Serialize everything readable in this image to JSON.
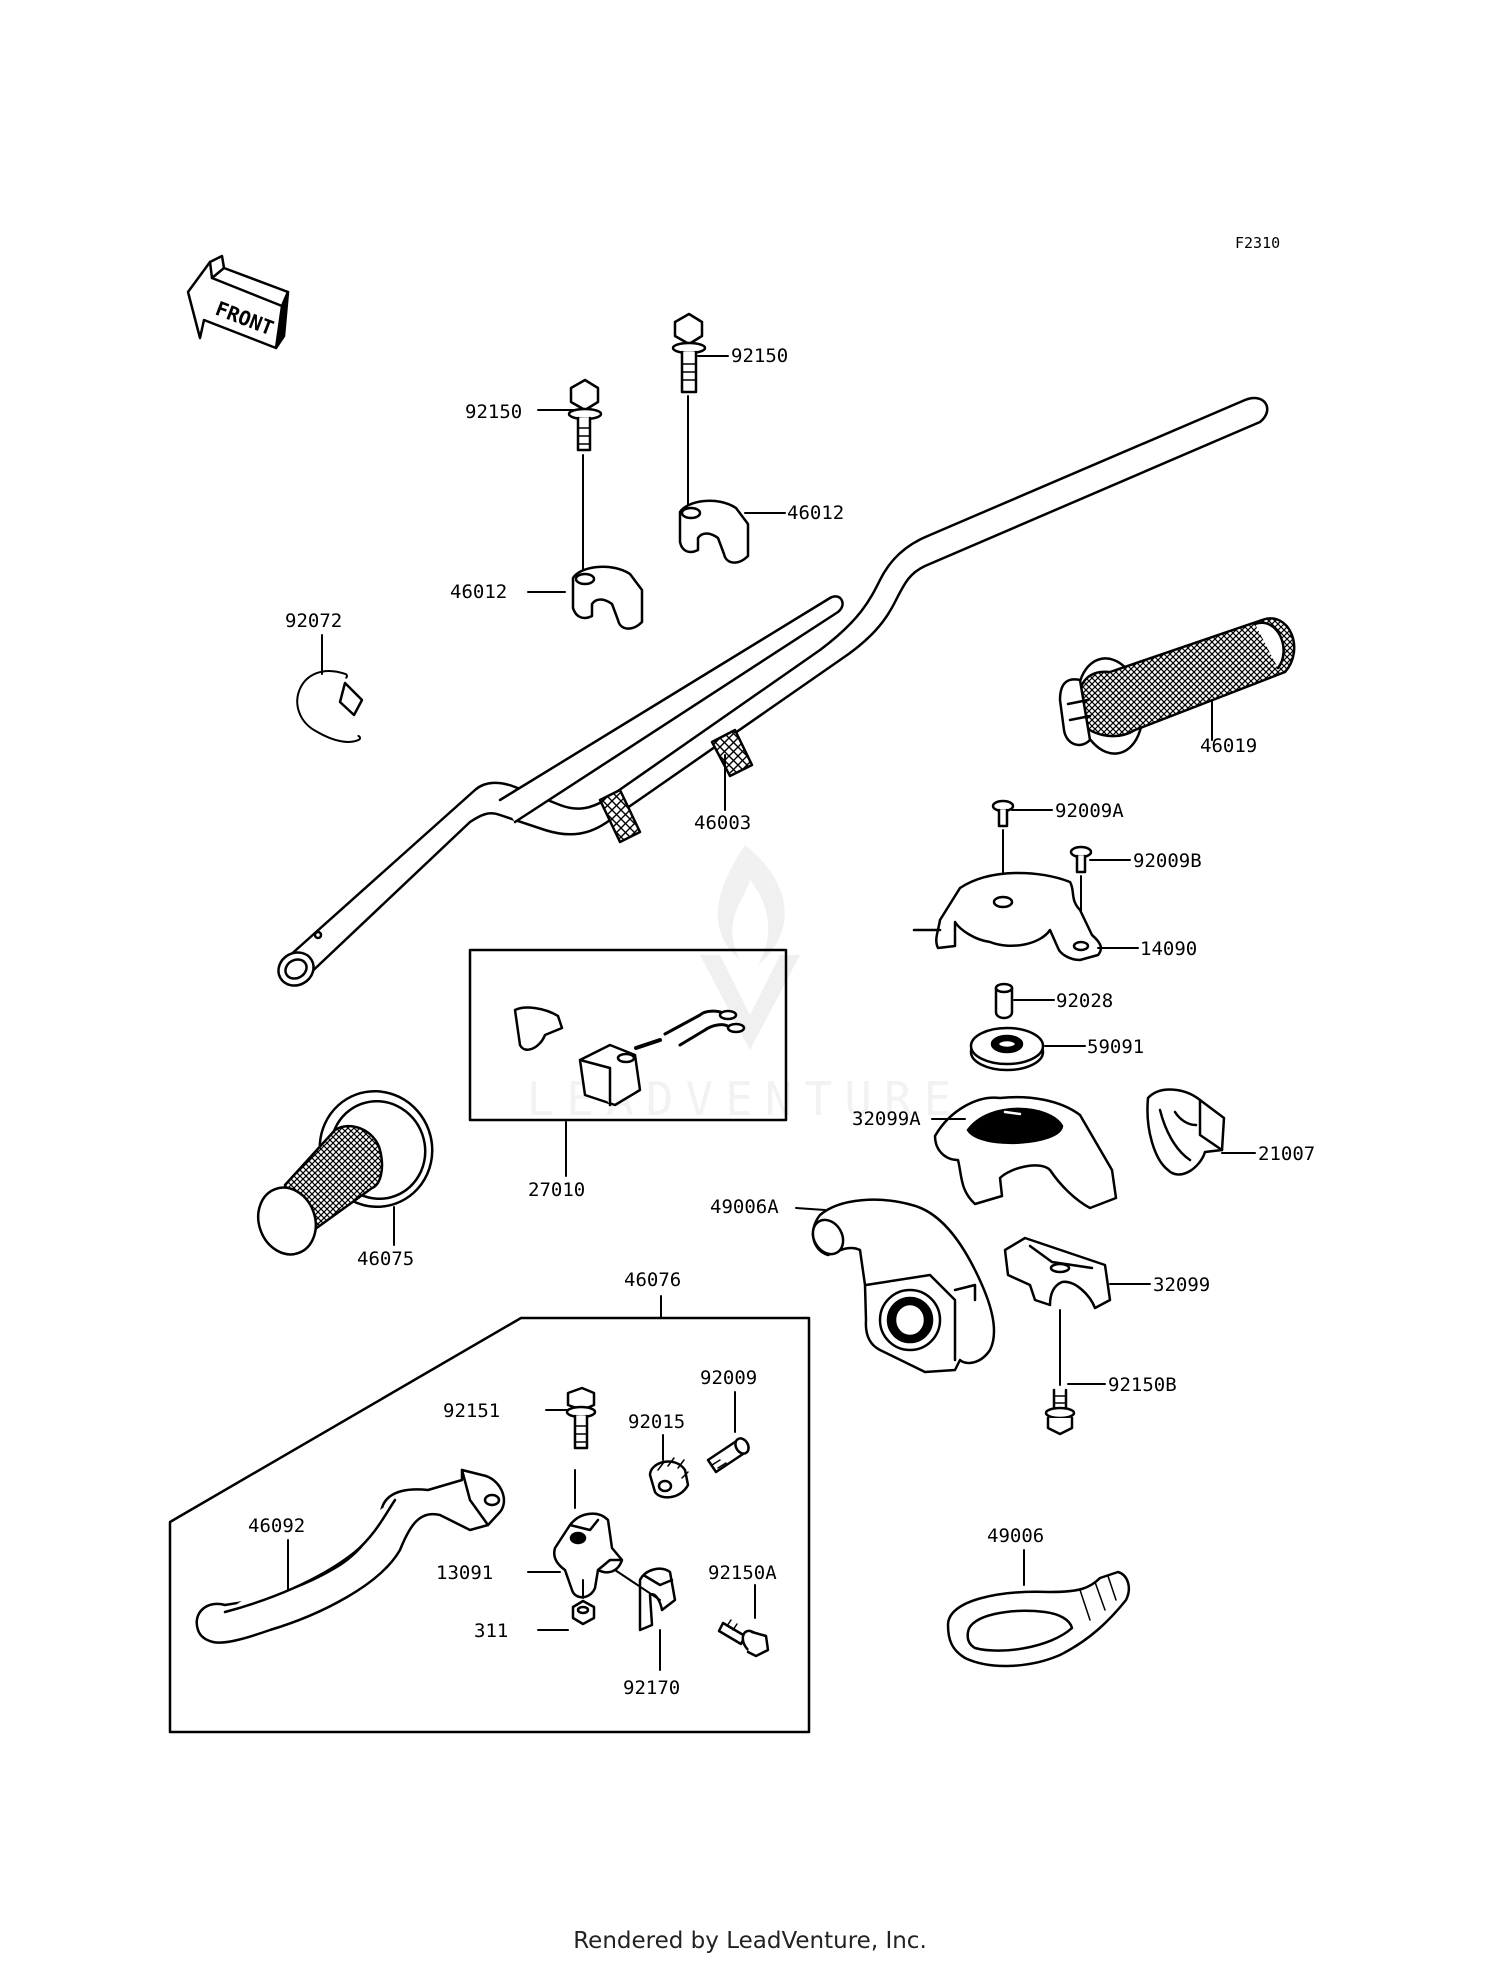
{
  "diagram_code": "F2310",
  "front_label": "FRONT",
  "footer": "Rendered by LeadVenture, Inc.",
  "watermark": "LEADVENTURE",
  "parts": [
    {
      "id": "92150_l",
      "label": "92150"
    },
    {
      "id": "92150_r",
      "label": "92150"
    },
    {
      "id": "46012_r",
      "label": "46012"
    },
    {
      "id": "46012_l",
      "label": "46012"
    },
    {
      "id": "92072",
      "label": "92072"
    },
    {
      "id": "46003",
      "label": "46003"
    },
    {
      "id": "46019",
      "label": "46019"
    },
    {
      "id": "92009A",
      "label": "92009A"
    },
    {
      "id": "92009B",
      "label": "92009B"
    },
    {
      "id": "14090",
      "label": "14090"
    },
    {
      "id": "92028",
      "label": "92028"
    },
    {
      "id": "59091",
      "label": "59091"
    },
    {
      "id": "32099A",
      "label": "32099A"
    },
    {
      "id": "21007",
      "label": "21007"
    },
    {
      "id": "27010",
      "label": "27010"
    },
    {
      "id": "49006A",
      "label": "49006A"
    },
    {
      "id": "32099",
      "label": "32099"
    },
    {
      "id": "92150B",
      "label": "92150B"
    },
    {
      "id": "46075",
      "label": "46075"
    },
    {
      "id": "46076",
      "label": "46076"
    },
    {
      "id": "92009",
      "label": "92009"
    },
    {
      "id": "92151",
      "label": "92151"
    },
    {
      "id": "92015",
      "label": "92015"
    },
    {
      "id": "46092",
      "label": "46092"
    },
    {
      "id": "13091",
      "label": "13091"
    },
    {
      "id": "92150A",
      "label": "92150A"
    },
    {
      "id": "311",
      "label": "311"
    },
    {
      "id": "92170",
      "label": "92170"
    },
    {
      "id": "49006",
      "label": "49006"
    }
  ]
}
